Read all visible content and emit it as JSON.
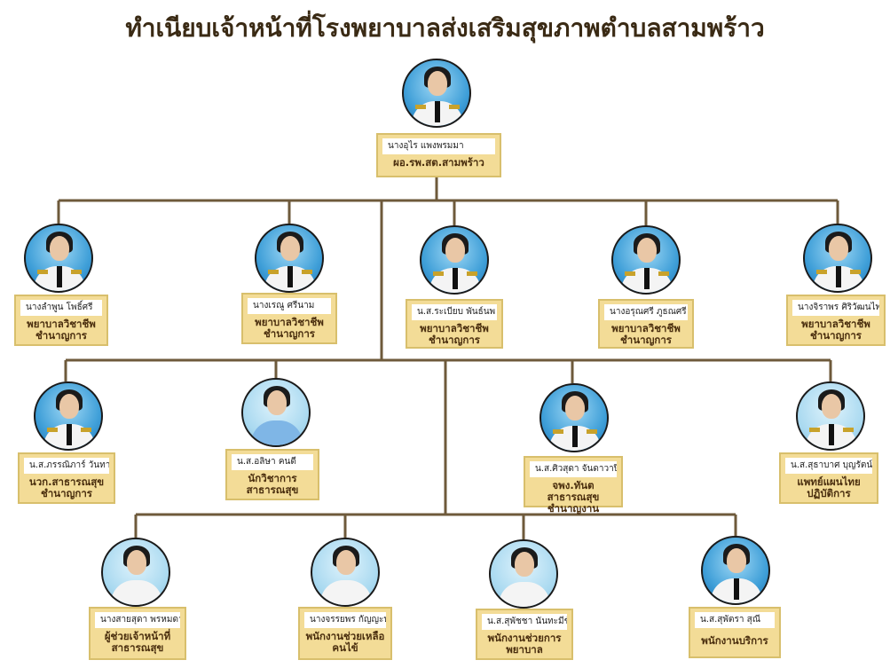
{
  "title": "ทำเนียบเจ้าหน้าที่โรงพยาบาลส่งเสริมสุขภาพตำบลสามพร้าว",
  "director": {
    "name": "นางอุไร แพงพรมมา",
    "position": "ผอ.รพ.สต.สามพร้าว"
  },
  "level1": [
    {
      "name": "นางลำพูน โพธิ์ศรี",
      "position": "พยาบาลวิชาชีพ\nชำนาญการ"
    },
    {
      "name": "นางเรณู ศรีนาม",
      "position": "พยาบาลวิชาชีพ\nชำนาญการ"
    },
    {
      "name": "น.ส.ระเบียบ พันธ์นพ",
      "position": "พยาบาลวิชาชีพ\nชำนาญการ"
    },
    {
      "name": "นางอรุณศรี ภูธณศรี",
      "position": "พยาบาลวิชาชีพ\nชำนาญการ"
    },
    {
      "name": "นางจิราพร ศิริวัฒนไพบูลย์",
      "position": "พยาบาลวิชาชีพ\nชำนาญการ"
    }
  ],
  "level2": [
    {
      "name": "น.ส.ภรรณิภาร์ วันทา",
      "position": "นวก.สาธารณสุข\nชำนาญการ"
    },
    {
      "name": "น.ส.อลิษา คนดี",
      "position": "นักวิชาการ\nสาธารณสุข"
    },
    {
      "name": "น.ส.ศิวสุดา จันดาวาปี",
      "position": "จพง.ทันตสาธารณสุข\nชำนาญงาน"
    },
    {
      "name": "น.ส.สุธาบาศ บุญรัตน์",
      "position": "แพทย์แผนไทย\nปฏิบัติการ"
    }
  ],
  "level3": [
    {
      "name": "นางสายสุดา พรหมดาวร",
      "position": "ผู้ช่วยเจ้าหน้าที่\nสาธารณสุข"
    },
    {
      "name": "นางจรรยพร กัญญะบุญ",
      "position": "พนักงานช่วยเหลือ\nคนไข้"
    },
    {
      "name": "น.ส.สุพัชชา นันทะมีชัย",
      "position": "พนักงานช่วยการ\nพยาบาล"
    },
    {
      "name": "น.ส.สุพัตรา สุณี",
      "position": "พนักงานบริการ"
    }
  ]
}
